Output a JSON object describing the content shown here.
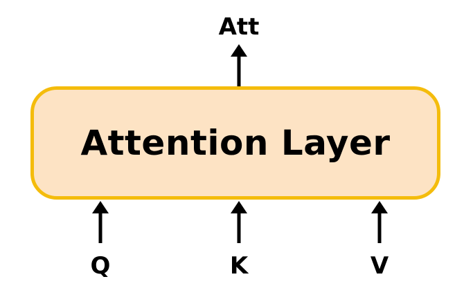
{
  "diagram": {
    "layer_title": "Attention Layer",
    "output_label": "Att",
    "input_labels": [
      "Q",
      "K",
      "V"
    ]
  },
  "colors": {
    "box_fill": "#FDE3C4",
    "box_border": "#F4BC0C",
    "text": "#000000",
    "arrow": "#000000"
  }
}
